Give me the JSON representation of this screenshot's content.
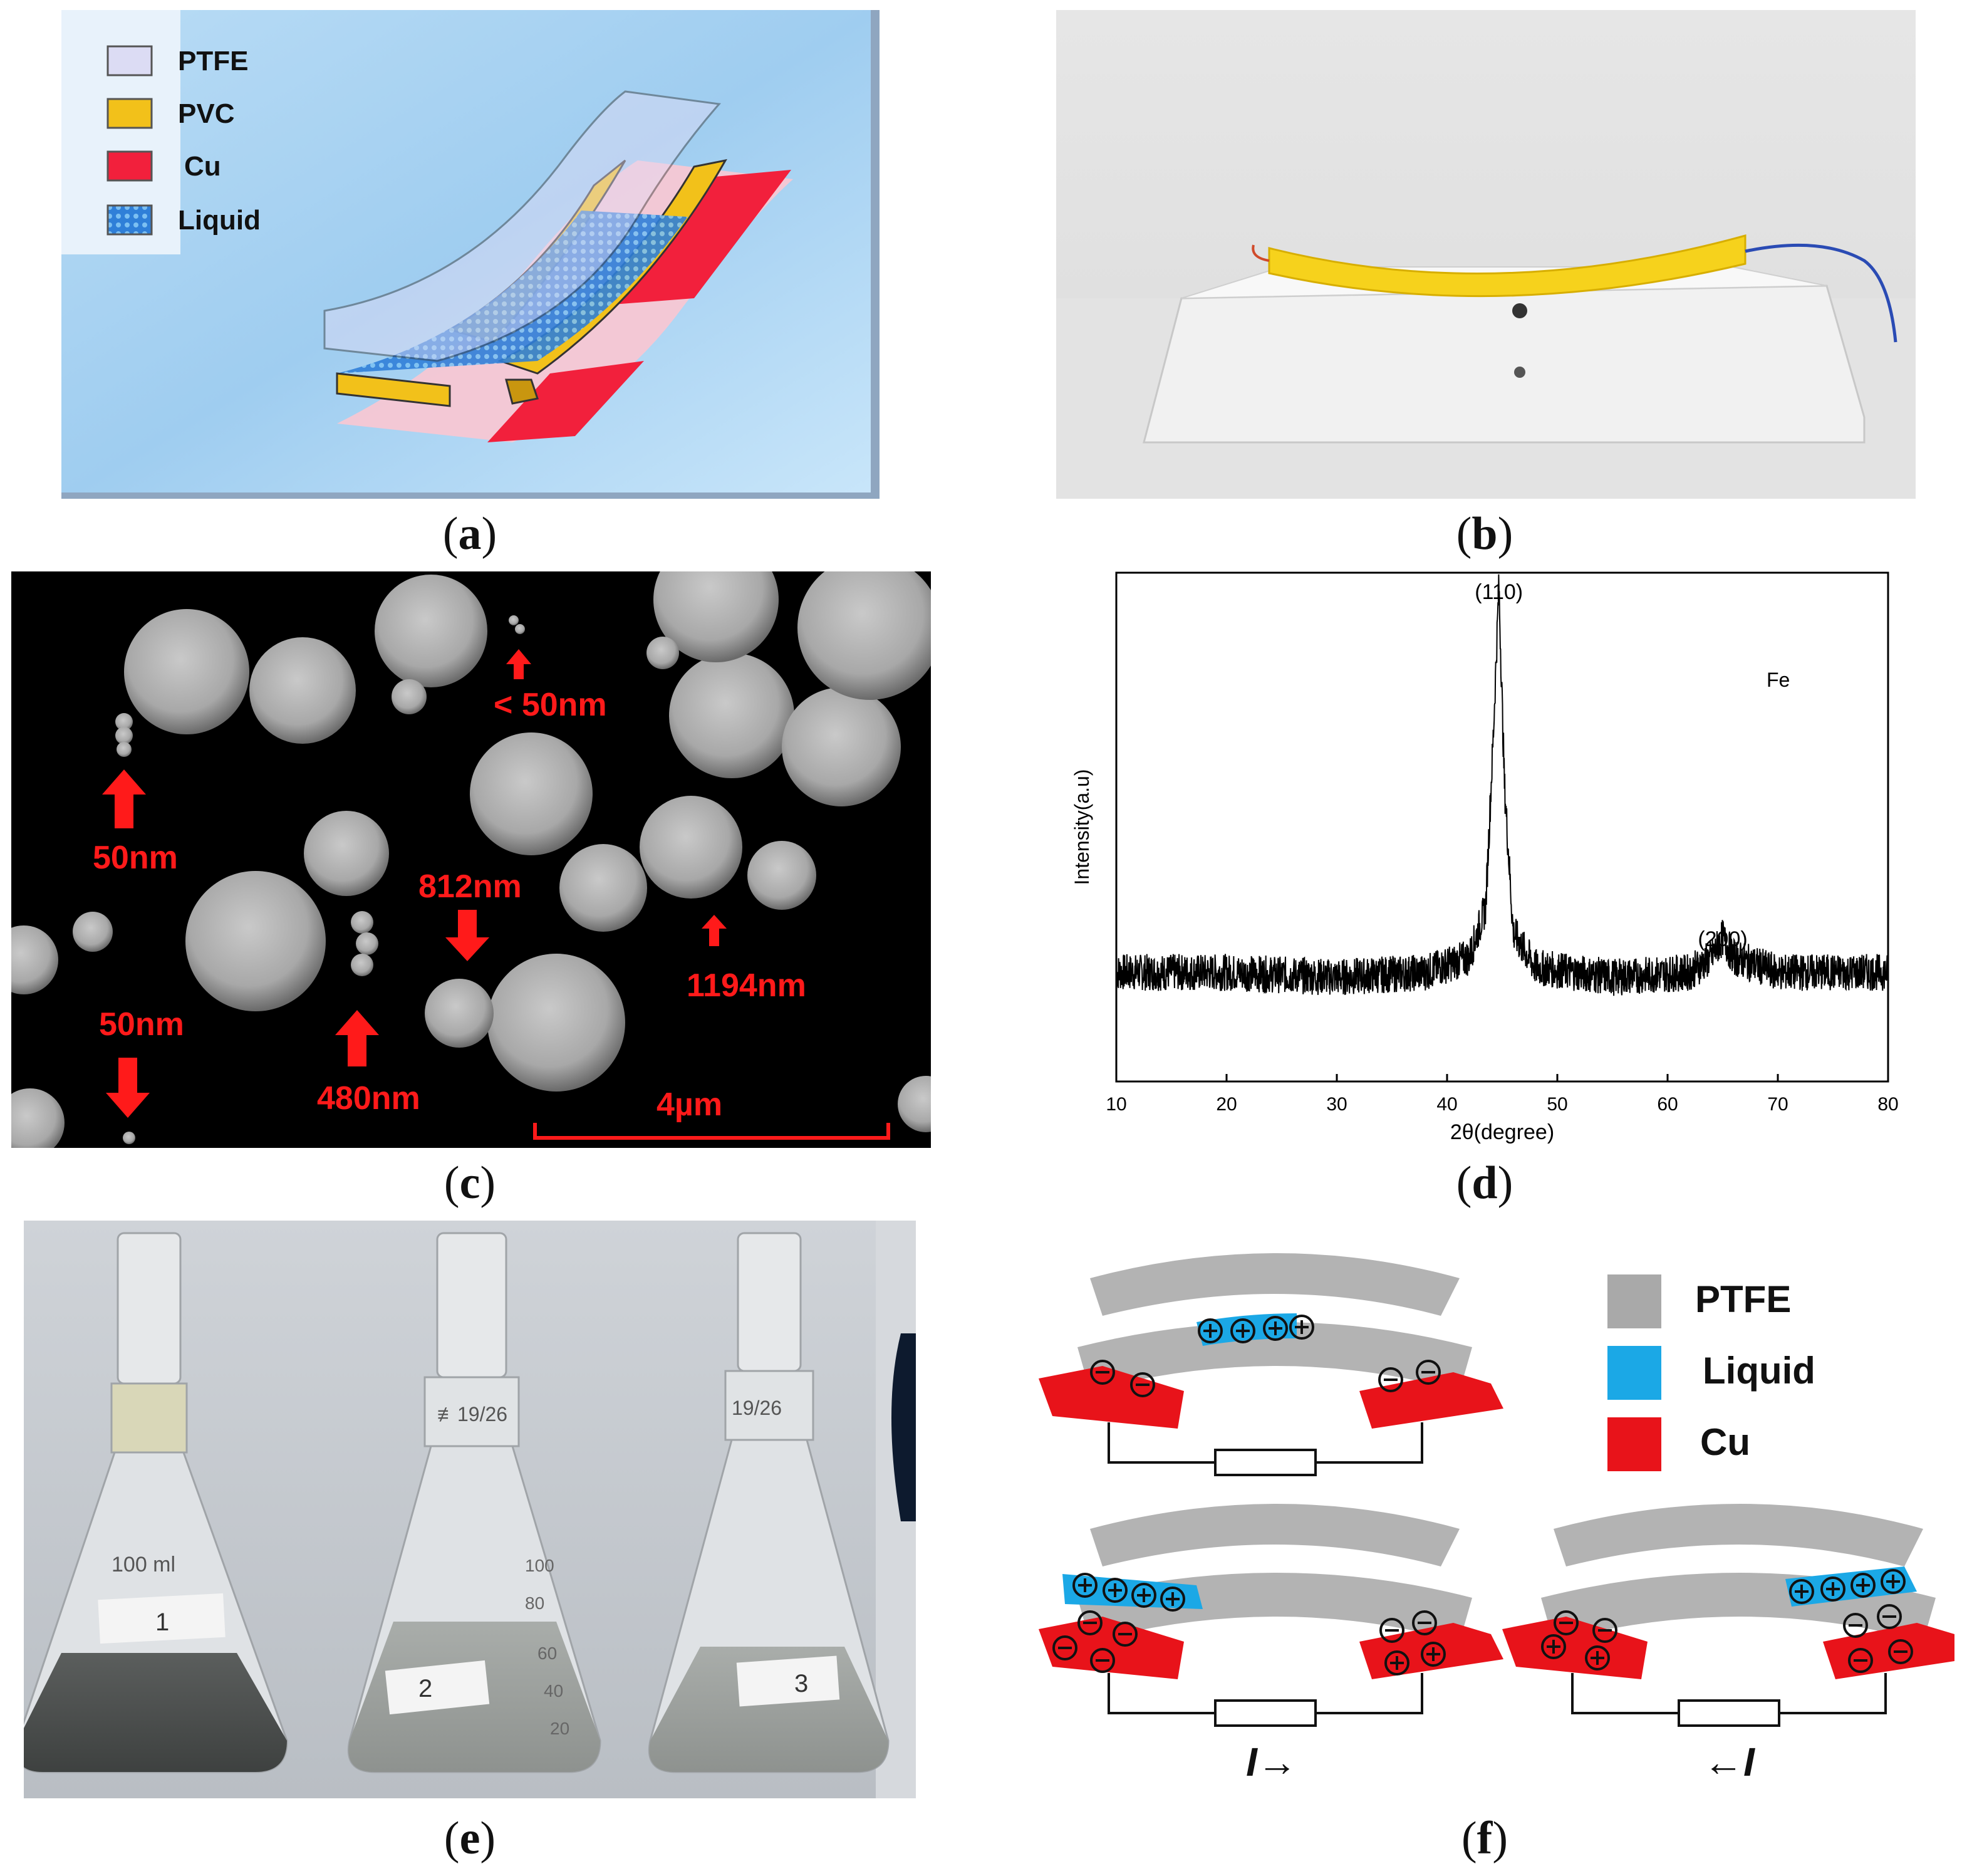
{
  "captions": {
    "a": "a",
    "b": "b",
    "c": "c",
    "d": "d",
    "e": "e",
    "f": "f"
  },
  "panel_a": {
    "legend": [
      "PTFE",
      "PVC",
      "Cu",
      "Liquid"
    ]
  },
  "panel_c": {
    "labels": [
      "< 50nm",
      "50nm",
      "812nm",
      "1194nm",
      "50nm",
      "480nm"
    ],
    "scalebar": "4µm"
  },
  "panel_e": {
    "flask_labels": [
      "1",
      "2",
      "3"
    ],
    "flask_texts": [
      "100 ml",
      "≢19/26",
      "19/26"
    ],
    "graduations": [
      "100",
      "80",
      "60",
      "40",
      "20"
    ]
  },
  "panel_f": {
    "legend": [
      "PTFE",
      "Liquid",
      "Cu"
    ],
    "current_left": "I→",
    "current_right": "←I"
  },
  "chart_data": {
    "type": "line",
    "title": "",
    "xlabel": "2θ(degree)",
    "ylabel": "Intensity(a.u)",
    "xlim": [
      10,
      80
    ],
    "xticks": [
      "10",
      "20",
      "30",
      "40",
      "50",
      "60",
      "70",
      "80"
    ],
    "legend_label": "Fe",
    "annotations": [
      {
        "text": "(110)",
        "x": 44.7
      },
      {
        "text": "(200)",
        "x": 65.0
      }
    ],
    "series": [
      {
        "x": [
          10,
          20,
          30,
          38,
          42,
          43.5,
          44.2,
          44.7,
          45.2,
          46,
          48,
          55,
          62,
          64,
          65,
          66,
          70,
          80
        ],
        "y": [
          0.22,
          0.22,
          0.21,
          0.22,
          0.25,
          0.35,
          0.7,
          1.0,
          0.6,
          0.3,
          0.23,
          0.21,
          0.22,
          0.25,
          0.29,
          0.25,
          0.22,
          0.22
        ]
      }
    ],
    "colors": {
      "line": "#000000"
    }
  }
}
